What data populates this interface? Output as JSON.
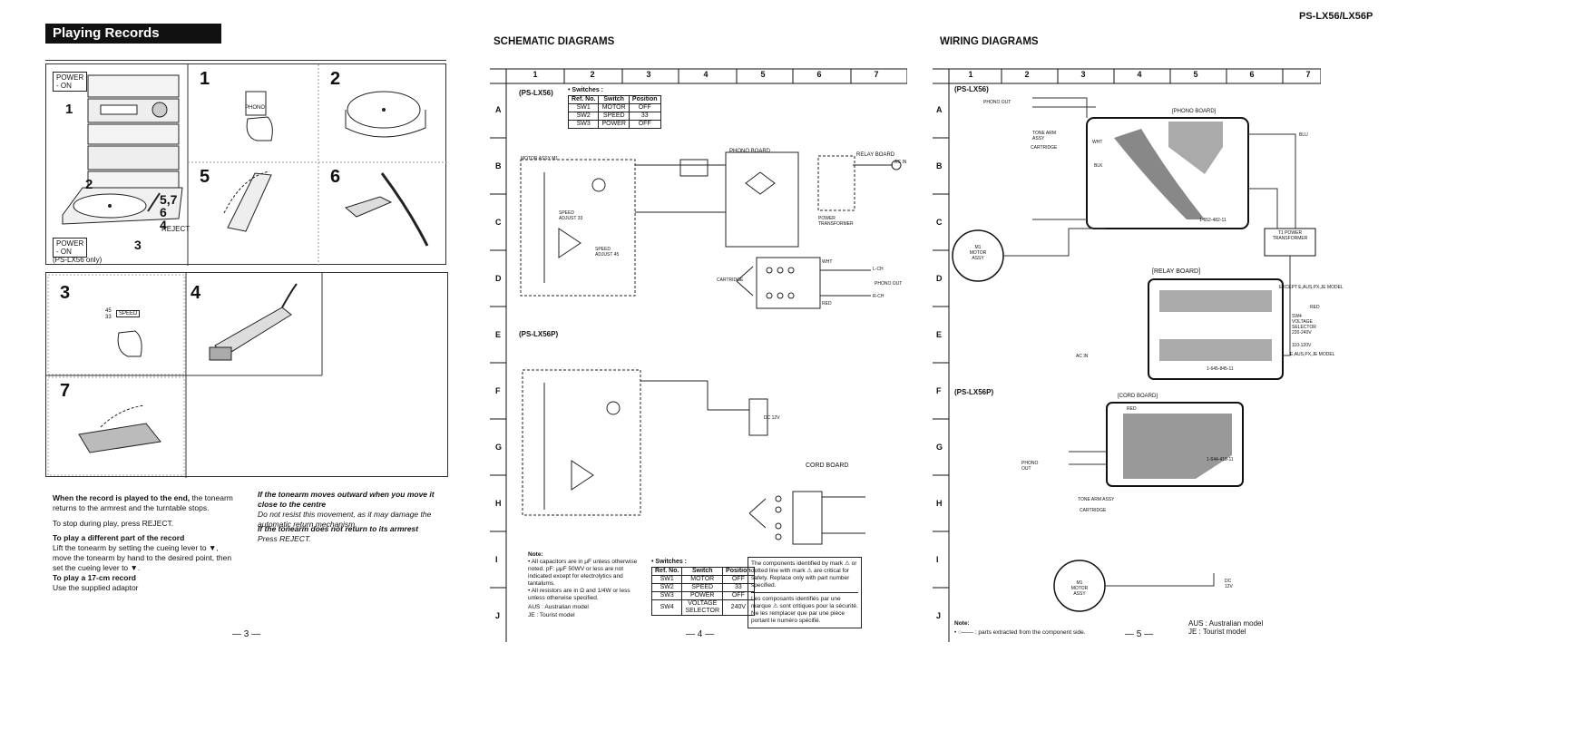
{
  "header": {
    "model_code": "PS-LX56/LX56P"
  },
  "left_page": {
    "title": "Playing Records",
    "steps_top": [
      "1",
      "2",
      "5",
      "6"
    ],
    "device_labels": {
      "power_on": "POWER\n- ON",
      "n1": "1",
      "n2": "2",
      "n57": "5,7",
      "n6": "6",
      "n4": "4",
      "reject": "REJECT",
      "n3": "3",
      "power_on2": "POWER\n- ON",
      "ps_only": "(PS-LX56 only)",
      "phono": "PHONO"
    },
    "steps_mid": [
      "3",
      "4"
    ],
    "step7": "7",
    "speed_label": "SPEED",
    "speed_45": "45",
    "speed_33": "33",
    "instructions": [
      {
        "bold": "When the record is played to the end,",
        "text": " the tonearm returns to the armrest and the turntable stops."
      },
      {
        "bold": "",
        "text": "To stop during play, press REJECT."
      },
      {
        "bold": "To play a different part of the record",
        "text": "Lift the tonearm by setting the cueing lever to ▼, move the tonearm by hand to the desired point, then set the cueing lever to ▼."
      },
      {
        "bold": "To play a 17-cm record",
        "text": "Use the supplied adaptor"
      }
    ],
    "right_notes": [
      {
        "bold": "If the tonearm moves outward when you move it close to the centre",
        "text": "Do not resist this movement, as it may damage the automatic return mechanism."
      },
      {
        "bold": "If the tonearm does not return to its armrest",
        "text": "Press REJECT."
      }
    ],
    "page_number": "— 3 —"
  },
  "schematic": {
    "title": "SCHEMATIC DIAGRAMS",
    "columns": [
      "1",
      "2",
      "3",
      "4",
      "5",
      "6",
      "7"
    ],
    "rows": [
      "A",
      "B",
      "C",
      "D",
      "E",
      "F",
      "G",
      "H",
      "I",
      "J"
    ],
    "model_a": "(PS-LX56)",
    "model_b": "(PS-LX56P)",
    "switches_title": "• Switches :",
    "switch_table_a": {
      "headers": [
        "Ref. No.",
        "Switch",
        "Position"
      ],
      "rows": [
        [
          "SW1",
          "MOTOR",
          "OFF"
        ],
        [
          "SW2",
          "SPEED",
          "33"
        ],
        [
          "SW3",
          "POWER",
          "OFF"
        ]
      ]
    },
    "switch_table_b": {
      "headers": [
        "Ref. No.",
        "Switch",
        "Position"
      ],
      "rows": [
        [
          "SW1",
          "MOTOR",
          "OFF"
        ],
        [
          "SW2",
          "SPEED",
          "33"
        ],
        [
          "SW3",
          "POWER",
          "OFF"
        ],
        [
          "SW4",
          "VOLTAGE SELECTOR",
          "240V"
        ]
      ]
    },
    "labels": {
      "phono_board": "PHONO BOARD",
      "relay_board": "RELAY BOARD",
      "cord_board": "CORD BOARD",
      "motor_assy": "MOTOR ASSY M1",
      "cartridge": "CARTRIDGE",
      "phono_out": "PHONO OUT",
      "ac_in": "AC IN",
      "power_transformer": "POWER TRANSFORMER",
      "lch": "L-CH",
      "rch": "R-CH",
      "wht": "WHT",
      "red": "RED",
      "speed_adjust_33": "SPEED ADJUST 33",
      "speed_adjust_45": "SPEED ADJUST 45",
      "dc12v": "DC 12V"
    },
    "note_title": "Note:",
    "notes": [
      "• All capacitors are in μF unless otherwise noted. pF: μμF 50WV or less are not indicated except for electrolytics and tantalums.",
      "• All resistors are in Ω and 1/4W or less unless otherwise specified."
    ],
    "abbrev": [
      "AUS : Australian model",
      "JE : Tourist model"
    ],
    "safety_en": "The components identified by mark ⚠ or dotted line with mark ⚠ are critical for safety. Replace only with part number specified.",
    "safety_fr": "Les composants identifiés par une marque ⚠ sont critiques pour la sécurité. Ne les remplacer que par une pièce portant le numéro spécifié.",
    "page_number": "— 4 —"
  },
  "wiring": {
    "title": "WIRING DIAGRAMS",
    "columns": [
      "1",
      "2",
      "3",
      "4",
      "5",
      "6",
      "7"
    ],
    "rows": [
      "A",
      "B",
      "C",
      "D",
      "E",
      "F",
      "G",
      "H",
      "I",
      "J"
    ],
    "model_a": "(PS-LX56)",
    "model_b": "(PS-LX56P)",
    "labels": {
      "phono_board": "[PHONO BOARD]",
      "relay_board": "[RELAY BOARD]",
      "cord_board": "[CORD BOARD]",
      "phono_out": "PHONO OUT",
      "tone_arm": "TONE ARM ASSY",
      "cartridge": "CARTRIDGE",
      "motor": "M1 MOTOR ASSY",
      "power_transformer": "T1 POWER TRANSFORMER",
      "voltage_selector": "SW4 VOLTAGE SELECTOR",
      "ac_in": "AC IN",
      "except": "EXCEPT E,AUS,PX,JE MODEL",
      "model": "E,AUS,PX,JE MODEL",
      "v220": "220-240V",
      "v110": "110-120V",
      "dc12v": "DC 12V",
      "blu": "BLU",
      "red": "RED",
      "wht": "WHT",
      "blk": "BLK",
      "board_a": "1-652-482-11",
      "board_b": "1-645-845-11",
      "board_c": "1-644-418-11"
    },
    "note_title": "Note:",
    "note": "• ○—— : parts extracted from the component side.",
    "abbrev": [
      "AUS : Australian model",
      "JE : Tourist model"
    ],
    "page_number": "— 5 —"
  }
}
